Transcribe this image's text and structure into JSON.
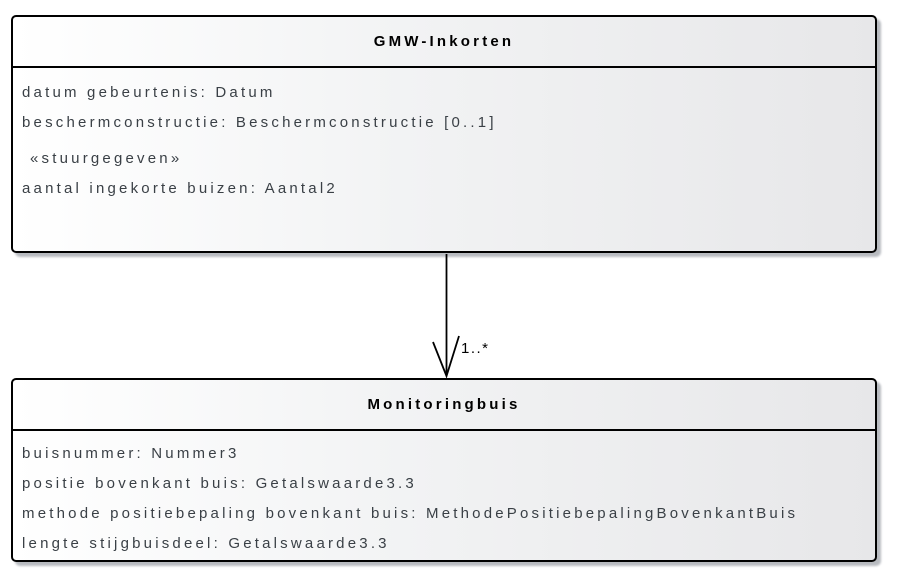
{
  "colors": {
    "background": "#ffffff",
    "box_border": "#000000",
    "box_fill_left": "#ffffff",
    "box_fill_right": "#e7e7e9",
    "box_shadow": "#b8bbc0",
    "attribute_text": "#3a4046",
    "title_text": "#000000",
    "connector": "#000000"
  },
  "classes": [
    {
      "name": "GMW-Inkorten",
      "attributes": [
        "datum gebeurtenis: Datum",
        "beschermconstructie: Beschermconstructie [0..1]"
      ],
      "stereotype": "«stuurgegeven»",
      "stereotype_attributes": [
        "aantal ingekorte buizen: Aantal2"
      ]
    },
    {
      "name": "Monitoringbuis",
      "attributes": [
        "buisnummer: Nummer3",
        "positie bovenkant buis: Getalswaarde3.3",
        "methode positiebepaling bovenkant buis: MethodePositiebepalingBovenkantBuis",
        "lengte stijgbuisdeel: Getalswaarde3.3"
      ]
    }
  ],
  "association": {
    "multiplicity": "1..*"
  }
}
